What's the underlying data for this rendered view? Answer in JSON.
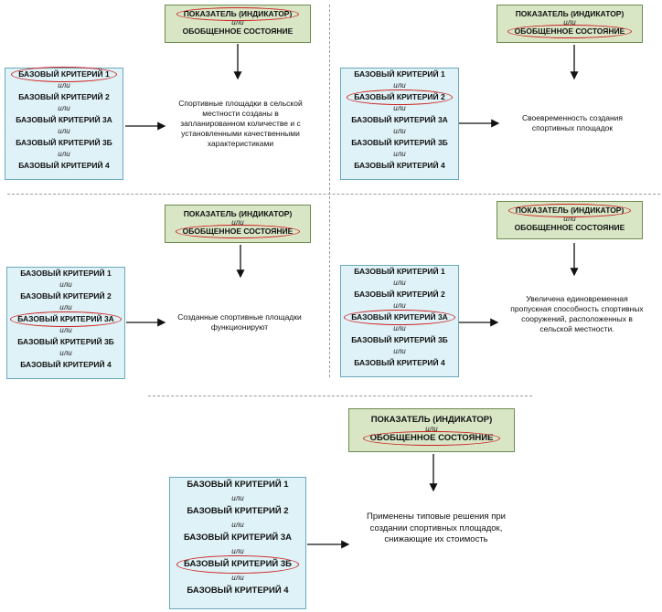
{
  "indicator": {
    "line1": "ПОКАЗАТЕЛЬ (ИНДИКАТОР)",
    "or": "или",
    "line2": "ОБОБЩЕННОЕ СОСТОЯНИЕ"
  },
  "criteria": {
    "c1": "БАЗОВЫЙ КРИТЕРИЙ 1",
    "c2": "БАЗОВЫЙ КРИТЕРИЙ 2",
    "c3a": "БАЗОВЫЙ КРИТЕРИЙ 3А",
    "c3b": "БАЗОВЫЙ КРИТЕРИЙ 3Б",
    "c4": "БАЗОВЫЙ КРИТЕРИЙ 4",
    "or": "или"
  },
  "results": {
    "panel1": "Спортивные площадки в сельской местности созданы в запланированном количестве и с установленными качественными характеристиками",
    "panel2": "Своевременность создания спортивных площадок",
    "panel3": "Созданные спортивные площадки функционируют",
    "panel4": "Увеличена единовременная пропускная способность спортивных сооружений, расположенных в сельской местности.",
    "panel5": "Применены типовые решения при создании спортивных площадок, снижающие их стоимость"
  },
  "colors": {
    "indicator_fill": "#d9e6c6",
    "criteria_fill": "#dff2f7",
    "highlight": "#cc1f1f"
  }
}
